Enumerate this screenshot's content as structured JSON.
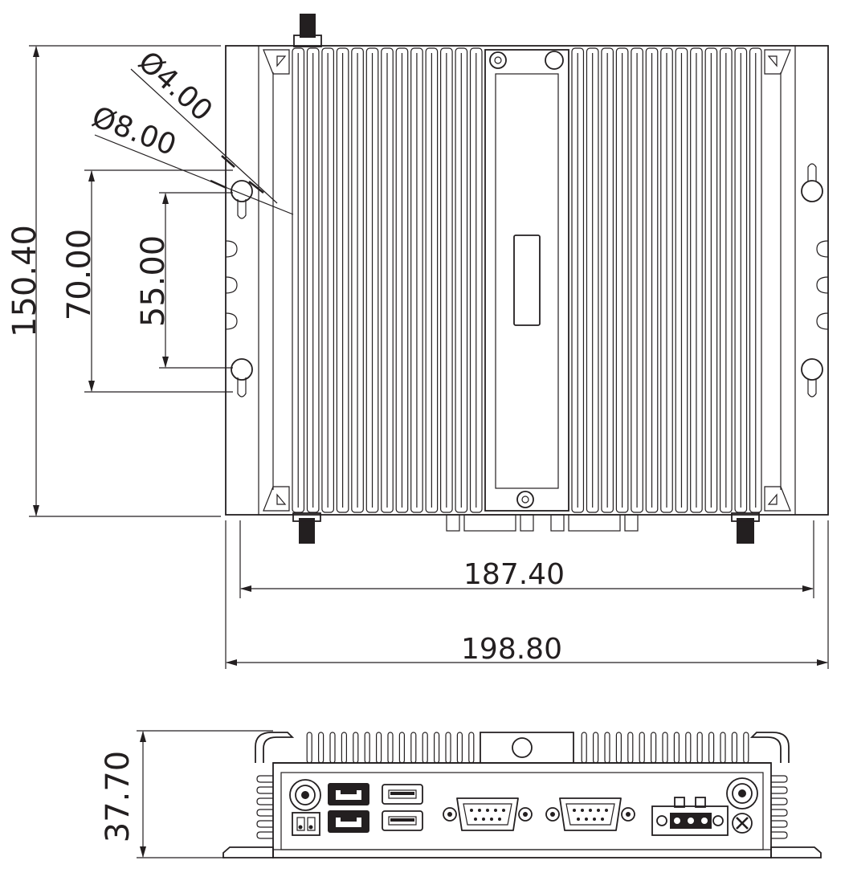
{
  "dimensions": {
    "height_total": "150.40",
    "hole_spacing_outer": "70.00",
    "hole_spacing_inner": "55.00",
    "hole_diameter_small": "Ø4.00",
    "hole_diameter_large": "Ø8.00",
    "width_inner": "187.40",
    "width_total": "198.80",
    "front_height": "37.70"
  },
  "colors": {
    "line": "#231f20",
    "background": "#ffffff"
  },
  "views": [
    {
      "name": "top-view",
      "fin_count": 26
    },
    {
      "name": "front-view",
      "fin_count": 30
    }
  ]
}
